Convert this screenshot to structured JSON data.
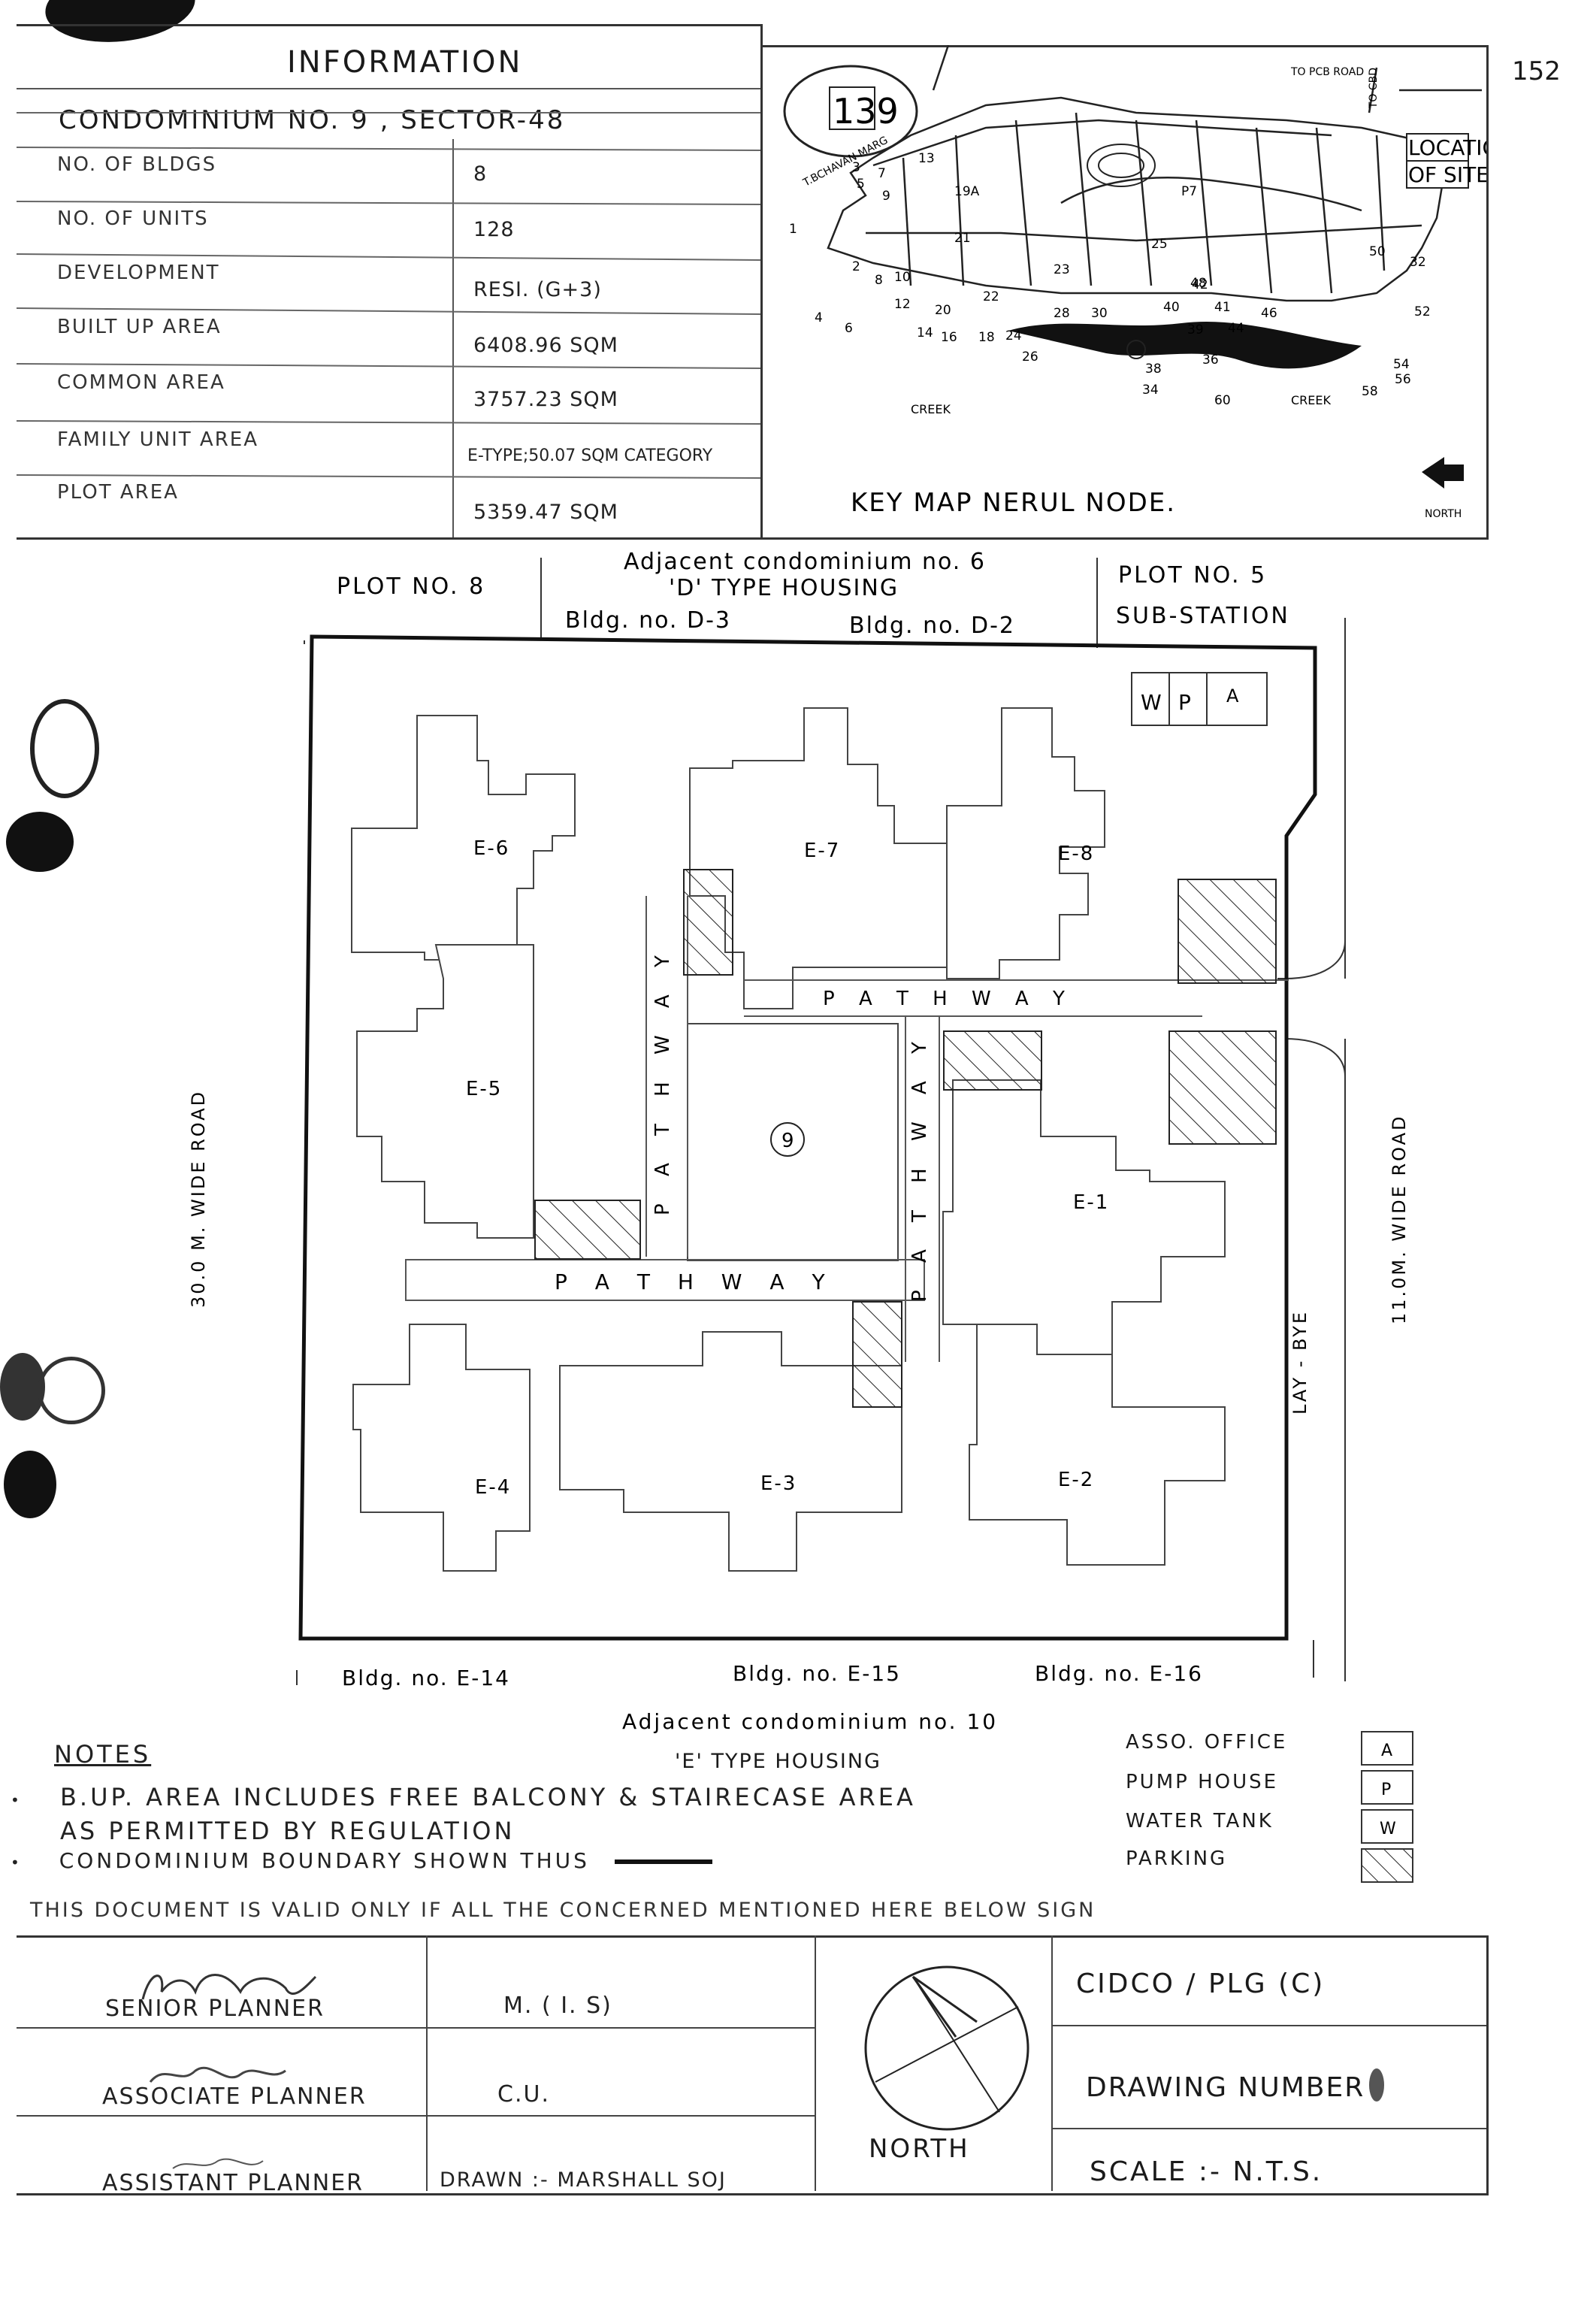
{
  "page_number": "152",
  "key_map_number": "139",
  "information": {
    "heading": "INFORMATION",
    "condominium": "CONDOMINIUM NO. 9 , SECTOR-48",
    "rows": [
      {
        "label": "NO. OF BLDGS",
        "value": "8"
      },
      {
        "label": "NO. OF UNITS",
        "value": "128"
      },
      {
        "label": "DEVELOPMENT",
        "value": "RESI. (G+3)"
      },
      {
        "label": "BUILT UP AREA",
        "value": "6408.96 SQM"
      },
      {
        "label": "COMMON AREA",
        "value": "3757.23 SQM"
      },
      {
        "label": "FAMILY UNIT AREA",
        "value": "E-TYPE;50.07 SQM CATEGORY"
      },
      {
        "label": "PLOT AREA",
        "value": "5359.47 SQM"
      }
    ]
  },
  "key_map": {
    "title": "KEY MAP NERUL NODE.",
    "north_label": "NORTH",
    "road_labels": [
      "T.BCHAVAN MARG",
      "TO PCB ROAD",
      "TO CBD"
    ],
    "location_label_1": "LOCATION",
    "location_label_2": "OF SITE",
    "creek_labels": [
      "CREEK",
      "CREEK"
    ],
    "sector_labels": [
      "1",
      "2",
      "3",
      "4",
      "5",
      "6",
      "7",
      "8",
      "9",
      "10",
      "12",
      "13",
      "14",
      "16",
      "18",
      "19A",
      "20",
      "21",
      "22",
      "23",
      "24",
      "25",
      "26",
      "28",
      "30",
      "32",
      "34",
      "36",
      "38",
      "39",
      "40",
      "41",
      "42",
      "44",
      "46",
      "48",
      "50",
      "52",
      "54",
      "56",
      "58",
      "60",
      "P7"
    ]
  },
  "site": {
    "top_left_plot": "PLOT NO. 8",
    "top_middle_1": "Adjacent condominium no. 6",
    "top_middle_2": "'D' TYPE HOUSING",
    "top_bldg_1": "Bldg. no. D-3",
    "top_bldg_2": "Bldg. no. D-2",
    "top_right_plot": "PLOT NO. 5",
    "top_right_sub": "SUB-STATION",
    "left_road": "30.0 M. WIDE ROAD",
    "right_road": "11.0M. WIDE ROAD",
    "lay_bye": "LAY - BYE",
    "pathway": "PATHWAY",
    "pathway_spaced": "P A T H W A Y",
    "center_number": "9",
    "utility_w": "W",
    "utility_p": "P",
    "utility_a": "A",
    "buildings": [
      "E-6",
      "E-7",
      "E-8",
      "E-5",
      "E-1",
      "E-4",
      "E-3",
      "E-2"
    ],
    "bottom_bldg_1": "Bldg. no. E-14",
    "bottom_bldg_2": "Bldg. no. E-15",
    "bottom_bldg_3": "Bldg. no. E-16",
    "bottom_adjacent_1": "Adjacent condominium no. 10",
    "bottom_adjacent_2": "'E' TYPE HOUSING"
  },
  "notes": {
    "heading": "NOTES",
    "line_1": "B.UP. AREA INCLUDES FREE BALCONY & STAIRECASE AREA",
    "line_2": "AS PERMITTED BY REGULATION",
    "line_3": "CONDOMINIUM BOUNDARY SHOWN THUS"
  },
  "legend": [
    {
      "label": "ASSO. OFFICE",
      "symbol": "A"
    },
    {
      "label": "PUMP HOUSE",
      "symbol": "P"
    },
    {
      "label": "WATER TANK",
      "symbol": "W"
    },
    {
      "label": "PARKING",
      "symbol": ""
    }
  ],
  "validity": "THIS DOCUMENT IS VALID ONLY IF ALL THE CONCERNED MENTIONED HERE BELOW SIGN",
  "signatures": {
    "senior_planner": "SENIOR PLANNER",
    "senior_value": "M. ( I. S)",
    "associate_planner": "ASSOCIATE PLANNER",
    "associate_value": "C.U.",
    "assistant_planner": "ASSISTANT PLANNER",
    "assistant_value": "DRAWN :- MARSHALL SOJ",
    "north": "NORTH",
    "office": "CIDCO / PLG (C)",
    "drawing_number": "DRAWING NUMBER",
    "scale": "SCALE :- N.T.S."
  }
}
